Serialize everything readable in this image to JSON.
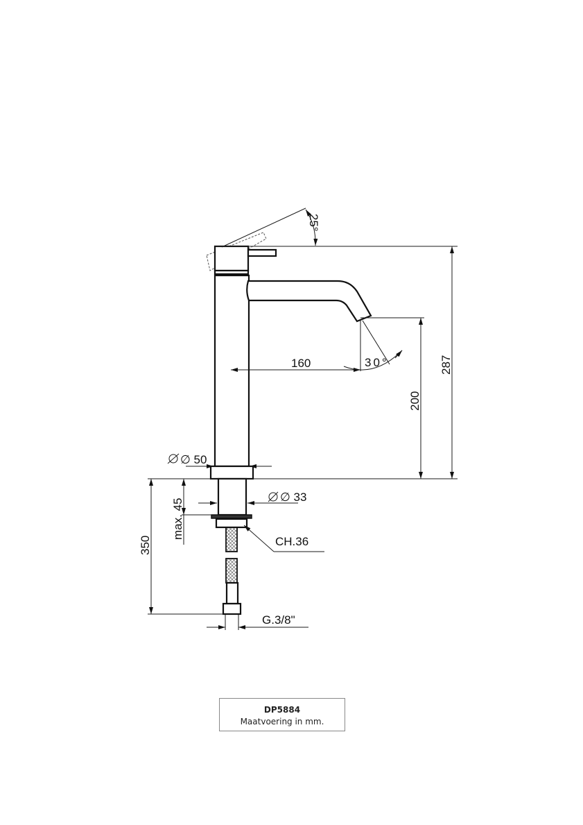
{
  "drawing": {
    "dimensions": {
      "lever_angle": "25°",
      "height_total": "287",
      "spout_height": "200",
      "spout_reach": "160",
      "spout_angle": "30°",
      "body_diameter": "∅ 50",
      "shank_diameter": "∅ 33",
      "max_thickness": "max. 45",
      "hose_length": "350",
      "nut_size": "CH.36",
      "connection": "G.3/8\""
    }
  },
  "title_block": {
    "code": "DP5884",
    "note": "Maatvoering in mm."
  }
}
